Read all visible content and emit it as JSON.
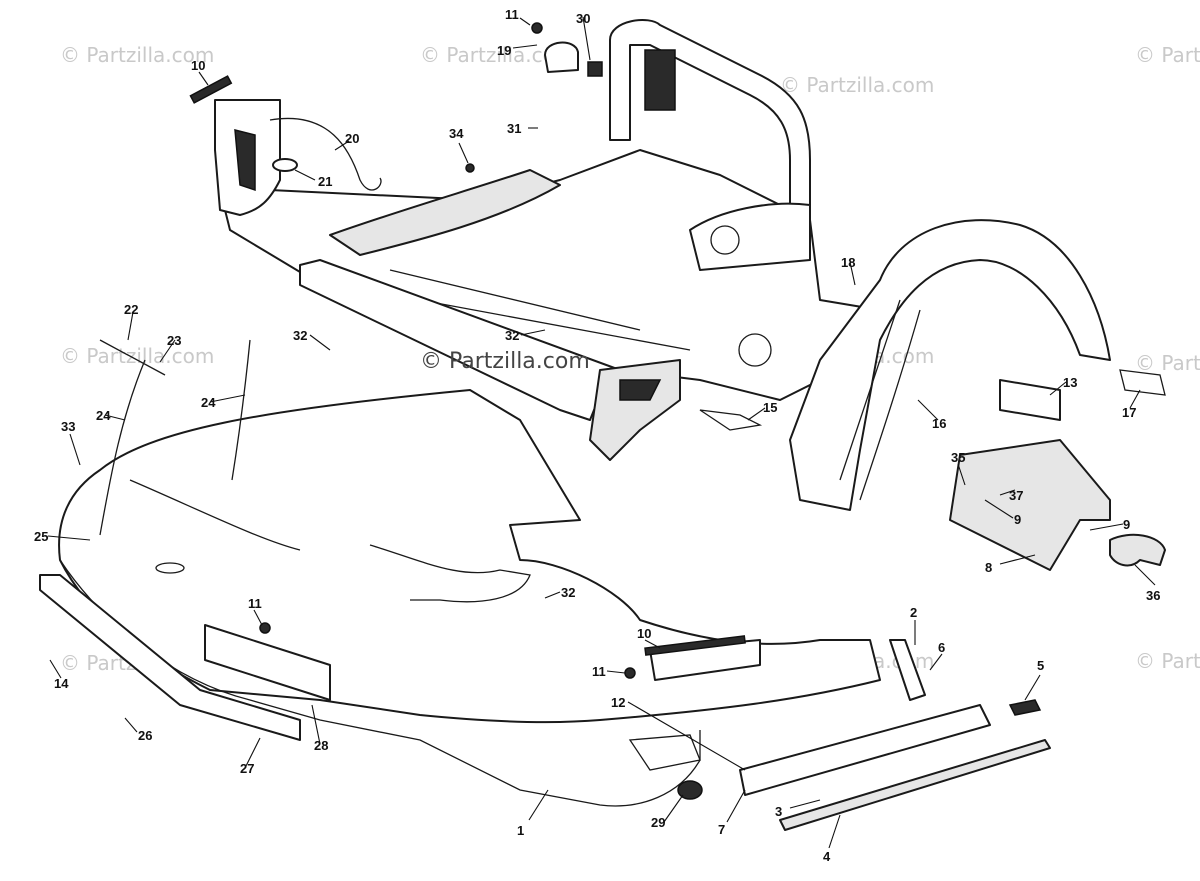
{
  "watermark": {
    "text": "© Partzilla.com"
  },
  "callouts": [
    "1",
    "2",
    "3",
    "4",
    "5",
    "6",
    "7",
    "8",
    "9",
    "9",
    "10",
    "10",
    "11",
    "11",
    "11",
    "12",
    "13",
    "14",
    "15",
    "16",
    "17",
    "18",
    "19",
    "20",
    "21",
    "22",
    "23",
    "24",
    "24",
    "25",
    "26",
    "27",
    "28",
    "29",
    "30",
    "31",
    "32",
    "32",
    "32",
    "33",
    "34",
    "35",
    "36",
    "37"
  ]
}
